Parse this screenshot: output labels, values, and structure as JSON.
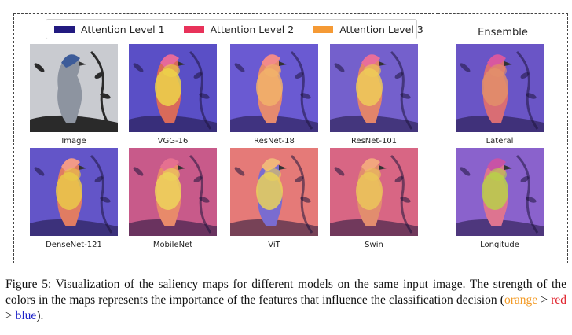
{
  "legend": {
    "items": [
      {
        "label": "Attention Level 1",
        "color": "#221a80"
      },
      {
        "label": "Attention Level 2",
        "color": "#e8325a"
      },
      {
        "label": "Attention Level 3",
        "color": "#f59a35"
      }
    ]
  },
  "ensemble_title": "Ensemble",
  "panels": [
    {
      "label": "Image",
      "bg": "#c9cbd0",
      "bird": "#8d94a0",
      "head": "#3d5c99",
      "hot": null
    },
    {
      "label": "VGG-16",
      "bg": "#5a4fc6",
      "bird": "#d96a5a",
      "head": "#e66a9a",
      "hot": "#ecd44a"
    },
    {
      "label": "ResNet-18",
      "bg": "#6a5ad2",
      "bird": "#e58a6e",
      "head": "#f18a8a",
      "hot": "#f2b26a"
    },
    {
      "label": "ResNet-101",
      "bg": "#7460cc",
      "bird": "#e2846a",
      "head": "#e86e9a",
      "hot": "#eecb58"
    },
    {
      "label": "DenseNet-121",
      "bg": "#6355c8",
      "bird": "#e07c62",
      "head": "#f29a88",
      "hot": "#eac94a"
    },
    {
      "label": "MobileNet",
      "bg": "#c85a8a",
      "bird": "#e88a6a",
      "head": "#e57090",
      "hot": "#edd35a"
    },
    {
      "label": "ViT",
      "bg": "#e57a78",
      "bird": "#7a6cd0",
      "head": "#f0b77a",
      "hot": "#e9d25a"
    },
    {
      "label": "Swin",
      "bg": "#d86684",
      "bird": "#e28d6e",
      "head": "#f2a67e",
      "hot": "#ebc55a"
    },
    {
      "label": "Lateral",
      "bg": "#6a55c6",
      "bird": "#d96d74",
      "head": "#d858a0",
      "hot": "#e28f6a"
    },
    {
      "label": "Longitude",
      "bg": "#8a62cc",
      "bird": "#dd7490",
      "head": "#c853a6",
      "hot": "#b8d04a"
    }
  ],
  "caption": {
    "prefix": "Figure 5: Visualization of the saliency maps for different models on the same input image. The strength of the colors in the maps represents the importance of the features that influence the classification decision (",
    "orange": "orange",
    "gt1": " > ",
    "red": "red",
    "gt2": " > ",
    "blue": "blue",
    "suffix": ")."
  }
}
